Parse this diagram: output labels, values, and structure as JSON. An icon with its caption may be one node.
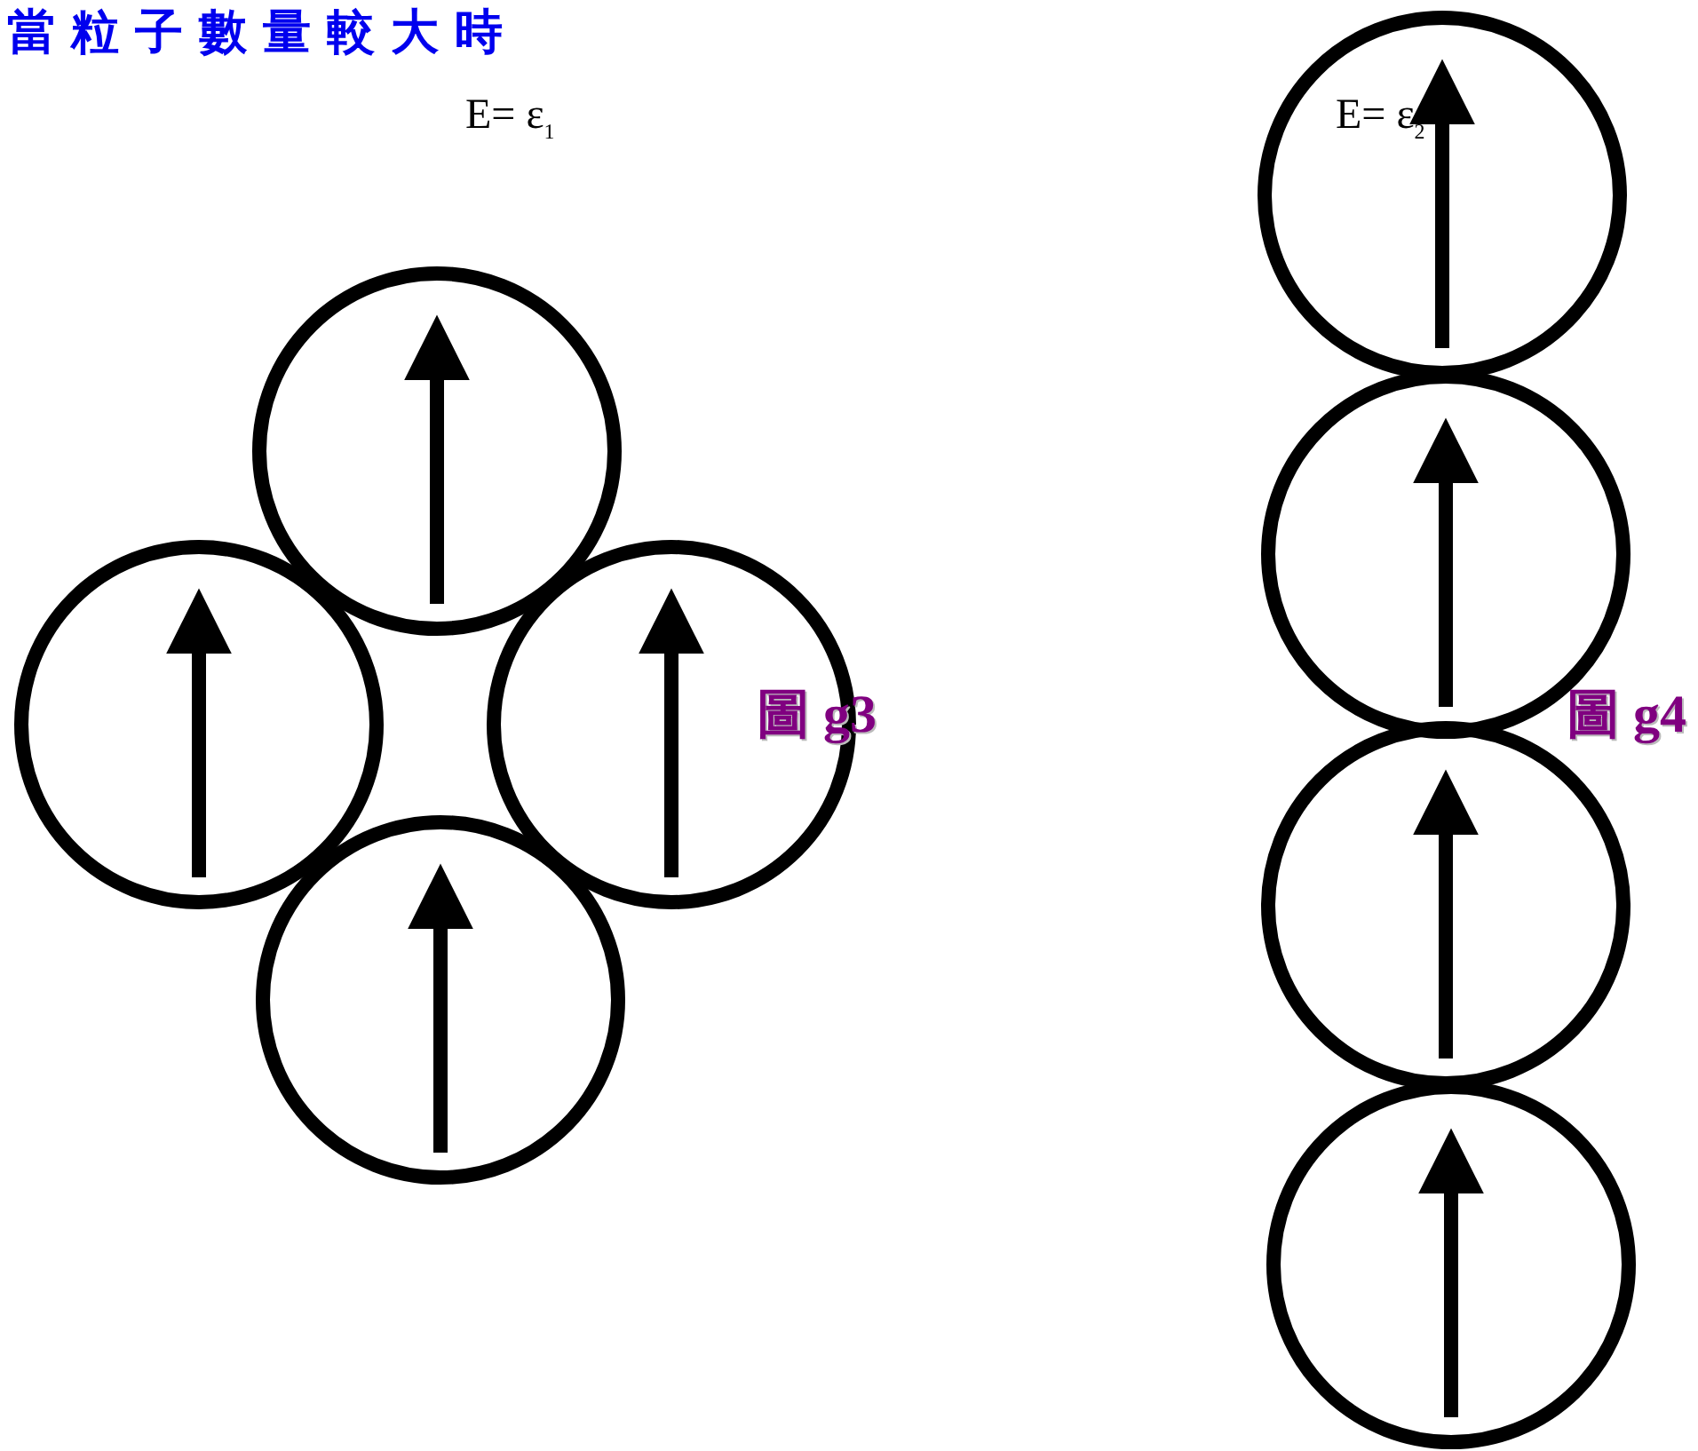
{
  "diagram": {
    "title": "當粒子數量較大時",
    "labels": [
      "E= ε$_{1}$",
      "E= ε$_{2}$",
      "圖 g3",
      "圖 g4"
    ]
  }
}
